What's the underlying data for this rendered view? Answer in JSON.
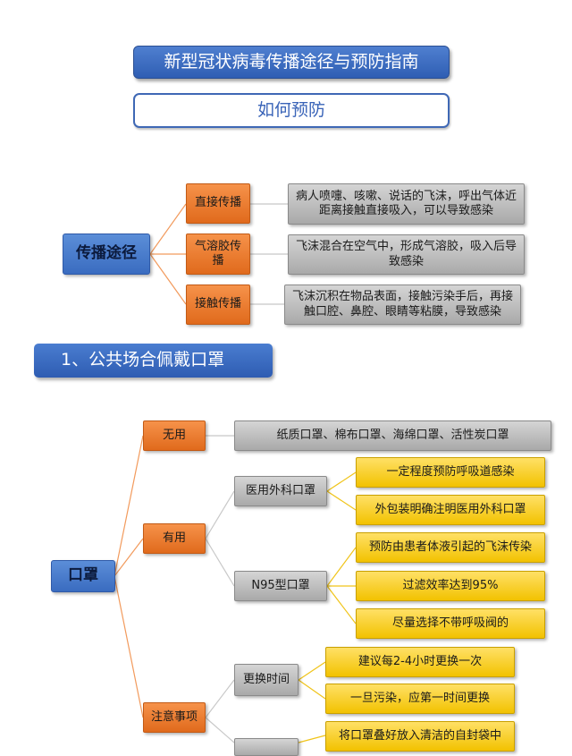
{
  "title": "新型冠状病毒传播途径与预防指南",
  "subtitle": "如何预防",
  "transmission": {
    "root": "传播途径",
    "routes": [
      {
        "label": "直接传播",
        "desc": "病人喷嚏、咳嗽、说话的飞沫，呼出气体近距离接触直接吸入，可以导致感染"
      },
      {
        "label": "气溶胶传播",
        "desc": "飞沫混合在空气中，形成气溶胶，吸入后导致感染"
      },
      {
        "label": "接触传播",
        "desc": "飞沫沉积在物品表面，接触污染手后，再接触口腔、鼻腔、眼睛等粘膜，导致感染"
      }
    ]
  },
  "section1": "1、公共场合佩戴口罩",
  "mask": {
    "root": "口罩",
    "useless": {
      "label": "无用",
      "desc": "纸质口罩、棉布口罩、海绵口罩、活性炭口罩"
    },
    "useful": {
      "label": "有用",
      "surgical": {
        "label": "医用外科口罩",
        "notes": [
          "一定程度预防呼吸道感染",
          "外包装明确注明医用外科口罩"
        ]
      },
      "n95": {
        "label": "N95型口罩",
        "notes": [
          "预防由患者体液引起的飞沫传染",
          "过滤效率达到95%",
          "尽量选择不带呼吸阀的"
        ]
      }
    },
    "attention": {
      "label": "注意事项",
      "replace": {
        "label": "更换时间",
        "notes": [
          "建议每2-4小时更换一次",
          "一旦污染，应第一时间更换"
        ]
      },
      "disposal": {
        "notes": [
          "将口罩叠好放入清洁的自封袋中"
        ]
      }
    }
  }
}
